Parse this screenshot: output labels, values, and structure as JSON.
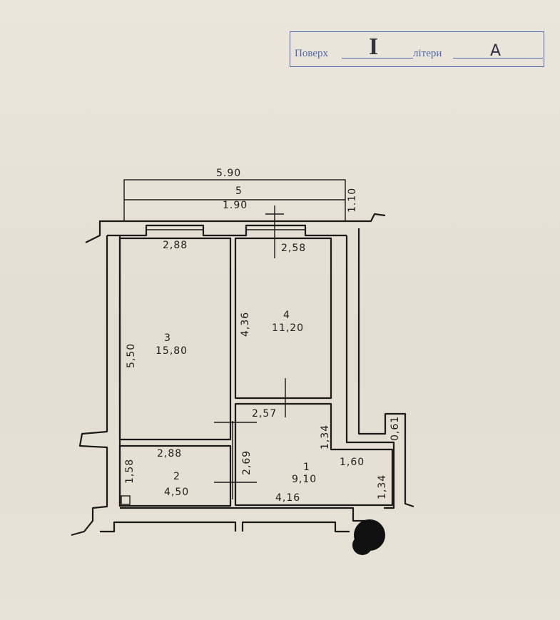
{
  "stamp": {
    "floor_label": "Поверх",
    "floor_value": "I",
    "letter_label": "літери",
    "letter_value": "А"
  },
  "dimensions": {
    "balcony_width": "5.90",
    "balcony_depth": "1.10",
    "room3_width": "2,88",
    "room3_length": "5,50",
    "room4_width": "2,58",
    "room4_length": "4,36",
    "hall_width": "2,57",
    "hall_length": "2,69",
    "hall_side": "1,34",
    "hall_niche": "1,60",
    "hall_side2": "1,34",
    "hall_bottom": "4,16",
    "bath_width": "2,88",
    "bath_length": "1,58",
    "right_niche": "0,61"
  },
  "rooms": [
    {
      "number": "5",
      "area": "1.90"
    },
    {
      "number": "3",
      "area": "15,80"
    },
    {
      "number": "4",
      "area": "11,20"
    },
    {
      "number": "1",
      "area": "9,10"
    },
    {
      "number": "2",
      "area": "4,50"
    }
  ]
}
